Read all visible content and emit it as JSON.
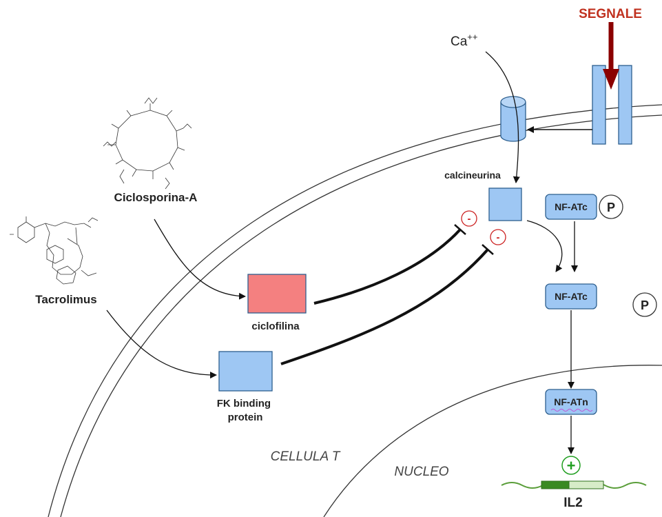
{
  "labels": {
    "signal": "SEGNALE",
    "calcium": "Ca",
    "calcium_charge": "++",
    "calcineurin": "calcineurina",
    "cyclosporin": "Ciclosporina-A",
    "tacrolimus": "Tacrolimus",
    "cyclophilin": "ciclofilina",
    "fkbp_line1": "FK binding",
    "fkbp_line2": "protein",
    "nfatc_p": "NF-ATc",
    "nfatc": "NF-ATc",
    "nfatn": "NF-ATn",
    "phosphate_1": "P",
    "phosphate_2": "P",
    "inhibit_1": "-",
    "inhibit_2": "-",
    "activate": "+",
    "cell": "CELLULA T",
    "nucleus": "NUCLEO",
    "gene": "IL2"
  },
  "colors": {
    "blue_fill": "#9ec7f3",
    "blue_stroke": "#2d5f8e",
    "cyclophilin_fill": "#f48080",
    "signal_red": "#c0311f",
    "signal_arrow": "#8b0000",
    "inhibit_red": "#cc2222",
    "activate_green": "#1f9e1f",
    "gene_green": "#5a9e3a"
  }
}
